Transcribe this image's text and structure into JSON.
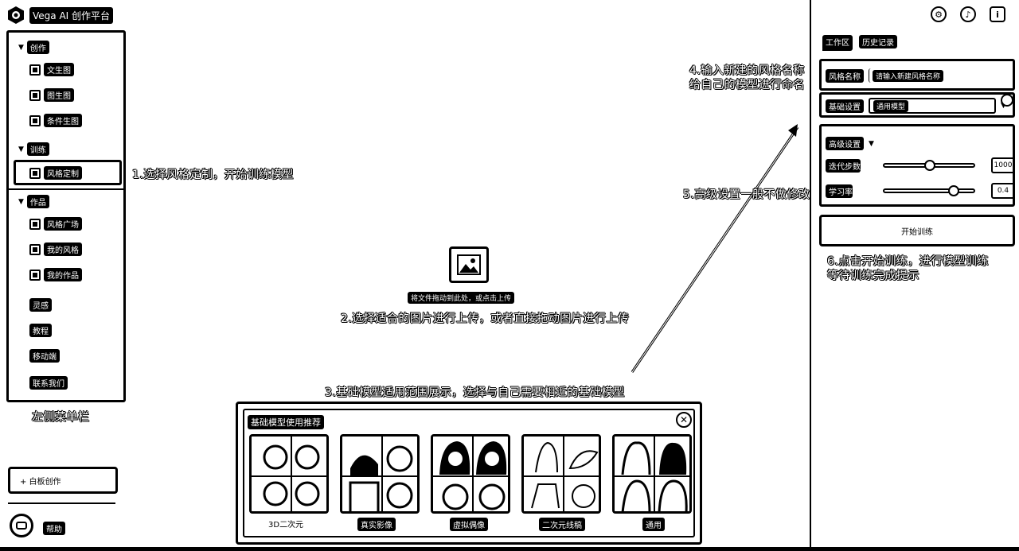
{
  "app": {
    "title": "Vega AI 创作平台"
  },
  "sidebar": {
    "groups": [
      {
        "label": "创作",
        "items": [
          {
            "label": "文生图"
          },
          {
            "label": "图生图"
          },
          {
            "label": "条件生图"
          }
        ]
      },
      {
        "label": "训练",
        "items": [
          {
            "label": "风格定制"
          }
        ]
      },
      {
        "label": "作品",
        "items": [
          {
            "label": "风格广场"
          },
          {
            "label": "我的风格"
          },
          {
            "label": "我的作品"
          }
        ]
      }
    ],
    "links": [
      {
        "label": "灵感"
      },
      {
        "label": "教程"
      },
      {
        "label": "移动端"
      },
      {
        "label": "联系我们"
      }
    ],
    "caption": "左侧菜单栏",
    "whiteboard_button": "+ 白板创作",
    "user_label": "帮助"
  },
  "upload": {
    "hint": "将文件拖动到此处，或点击上传"
  },
  "annotations": {
    "a1": "1.选择风格定制，开始训练模型",
    "a2": "2.选择适合的图片进行上传，或者直接拖动图片进行上传",
    "a3": "3.基础模型适用范围展示，选择与自己需要相近的基础模型",
    "a4_line1": "4.输入新建的风格名称",
    "a4_line2": "给自己的模型进行命名",
    "a5": "5.高级设置一般不做修改",
    "a6_line1": "6.点击开始训练，进行模型训练",
    "a6_line2": "等待训练完成提示"
  },
  "right_panel": {
    "tabs": [
      {
        "label": "工作区"
      },
      {
        "label": "历史记录"
      }
    ],
    "style_name_label": "风格名称",
    "style_name_placeholder": "请输入新建风格名称",
    "base_setting_label": "基础设置",
    "base_setting_value": "通用模型",
    "advanced_label": "高级设置",
    "advanced_chevron": "chevron-down-icon",
    "sliders": [
      {
        "label": "迭代步数",
        "value": "1000",
        "level": 0.5
      },
      {
        "label": "学习率",
        "value": "0.4",
        "level": 0.75
      }
    ],
    "start_button": "开始训练"
  },
  "models": {
    "title": "基础模型使用推荐",
    "cards": [
      {
        "label": "3D二次元"
      },
      {
        "label": "真实影像"
      },
      {
        "label": "虚拟偶像"
      },
      {
        "label": "二次元线稿"
      },
      {
        "label": "通用"
      }
    ]
  },
  "icons": {
    "logo": "hexagon-logo-icon",
    "settings": "gear-icon",
    "notifications": "bell-icon",
    "info": "info-icon",
    "upload": "image-upload-icon",
    "close": "close-icon"
  }
}
